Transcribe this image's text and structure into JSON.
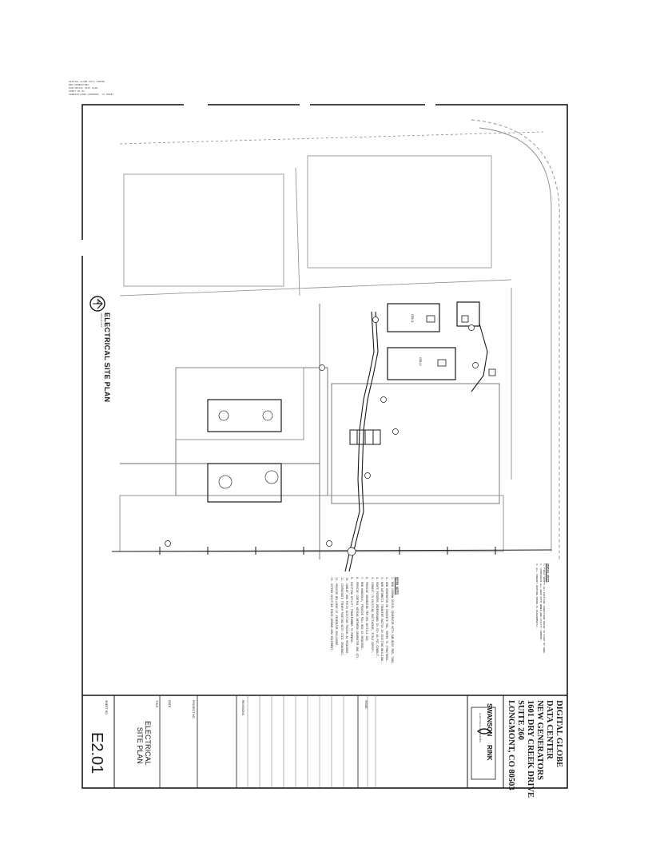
{
  "fax_header": {
    "lines": [
      "DIGITAL GLOBE  DATA CENTER",
      "NEW GENERATORS",
      "ELECTRICAL SITE PLAN",
      "SHEET E2.01",
      "SWANSON RINK  LONGMONT, CO 80503"
    ]
  },
  "drawing": {
    "title": "ELECTRICAL SITE PLAN",
    "title_scale": "SCALE: NTS",
    "north_label": "N",
    "general_notes_heading": "GENERAL NOTES",
    "general_notes": [
      "1. FIELD VERIFY ALL EXISTING CONDITIONS PRIOR TO START OF WORK.",
      "2. COORDINATE ALL WORK WITH OWNER AND UTILITY COMPANY.",
      "3. ALL CONDUIT ROUTING SHOWN IS DIAGRAMMATIC."
    ],
    "keyed_notes_heading": "KEYED NOTES",
    "keyed_notes": [
      "1. NEW 1500KW DIESEL GENERATOR WITH SUB-BASE FUEL TANK.",
      "2. NEW GENERATOR ON CONCRETE PAD, REFER TO STRUCTURAL.",
      "3. NEW AUTOMATIC TRANSFER SWITCH IN EXISTING BUILDING.",
      "4. ROUTE FEEDERS UNDERGROUND IN SCH 40 PVC CONDUIT.",
      "5. CONNECT TO EXISTING SWITCHGEAR, FIELD VERIFY.",
      "6. PROVIDE GROUNDING PER NEC ARTICLE 250.",
      "7. NEW HANDHOLE, PROVIDE PULL BOX AS REQUIRED.",
      "8. PROVIDE CONTROL WIRING BETWEEN GENERATOR AND ATS.",
      "9. EXISTING UTILITY TRANSFORMER TO REMAIN.",
      "10. SAWCUT AND PATCH EXISTING PAVING AS REQUIRED.",
      "11. COORDINATE TRENCH ROUTING WITH CIVIL DRAWINGS.",
      "12. PROVIDE BOLLARDS AT GENERATOR ENCLOSURE.",
      "13. EXTEND EXISTING FENCE AROUND NEW EQUIPMENT."
    ],
    "equip_label_1": "GEN-1",
    "equip_label_2": "GEN-2"
  },
  "title_block": {
    "project_lines": [
      "DIGITAL GLOBE",
      "DATA CENTER",
      "NEW GENERATORS",
      "1601 DRY CREEK DRIVE",
      "SUITE 260",
      "LONGMONT, CO 80503"
    ],
    "firm_name": "SWANSON",
    "firm_name_2": "RINK",
    "firm_sub": "ELECTRICAL ENGINEERS",
    "revisions_label": "REVISIONS",
    "issue_label": "ISSUE",
    "project_no_label": "PROJECT NO.",
    "date_label": "DATE",
    "sheet_title_label": "TITLE",
    "sheet_title_line1": "ELECTRICAL",
    "sheet_title_line2": "SITE PLAN",
    "sheet_label": "SHEET NO.",
    "sheet_number": "E2.01"
  },
  "colors": {
    "ink": "#1a1a1a",
    "light_ink": "#6b6b6b",
    "paper": "#ffffff"
  }
}
